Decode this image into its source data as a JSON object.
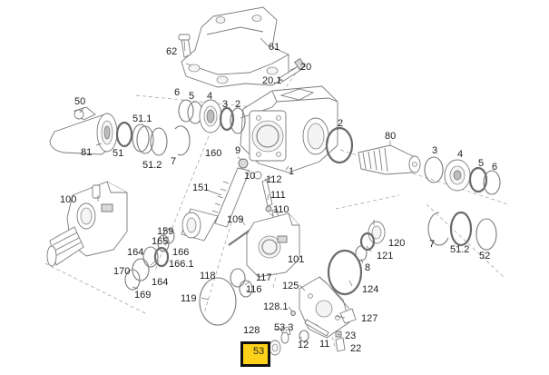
{
  "diagram": {
    "callouts": {
      "c62": "62",
      "c61": "61",
      "c20": "20",
      "c20_1": "20.1",
      "c50": "50",
      "c6a": "6",
      "c5a": "5",
      "c4a": "4",
      "c3a": "3",
      "c2a": "2",
      "c51_1": "51.1",
      "c51a": "51",
      "c81": "81",
      "c51_2a": "51.2",
      "c7a": "7",
      "c160": "160",
      "c9": "9",
      "c1": "1",
      "c2b": "2",
      "c80": "80",
      "c3b": "3",
      "c4b": "4",
      "c5b": "5",
      "c6b": "6",
      "c100": "100",
      "c151": "151",
      "c10": "10",
      "c112": "112",
      "c111": "111",
      "c110": "110",
      "c109": "109",
      "c159": "159",
      "c165": "165",
      "c164a": "164",
      "c166": "166",
      "c166_1": "166.1",
      "c170": "170",
      "c164b": "164",
      "c169": "169",
      "c118": "118",
      "c117": "117",
      "c116": "116",
      "c119": "119",
      "c101": "101",
      "c120": "120",
      "c121": "121",
      "c8": "8",
      "c7b": "7",
      "c51_2b": "51.2",
      "c52": "52",
      "c125": "125",
      "c124": "124",
      "c128_1": "128.1",
      "c128": "128",
      "c53_3": "53.3",
      "c12": "12",
      "c11": "11",
      "c127": "127",
      "c23": "23",
      "c22": "22",
      "c53": "53"
    },
    "highlighted_callout": "53",
    "highlight_color": "#ffd21a"
  }
}
